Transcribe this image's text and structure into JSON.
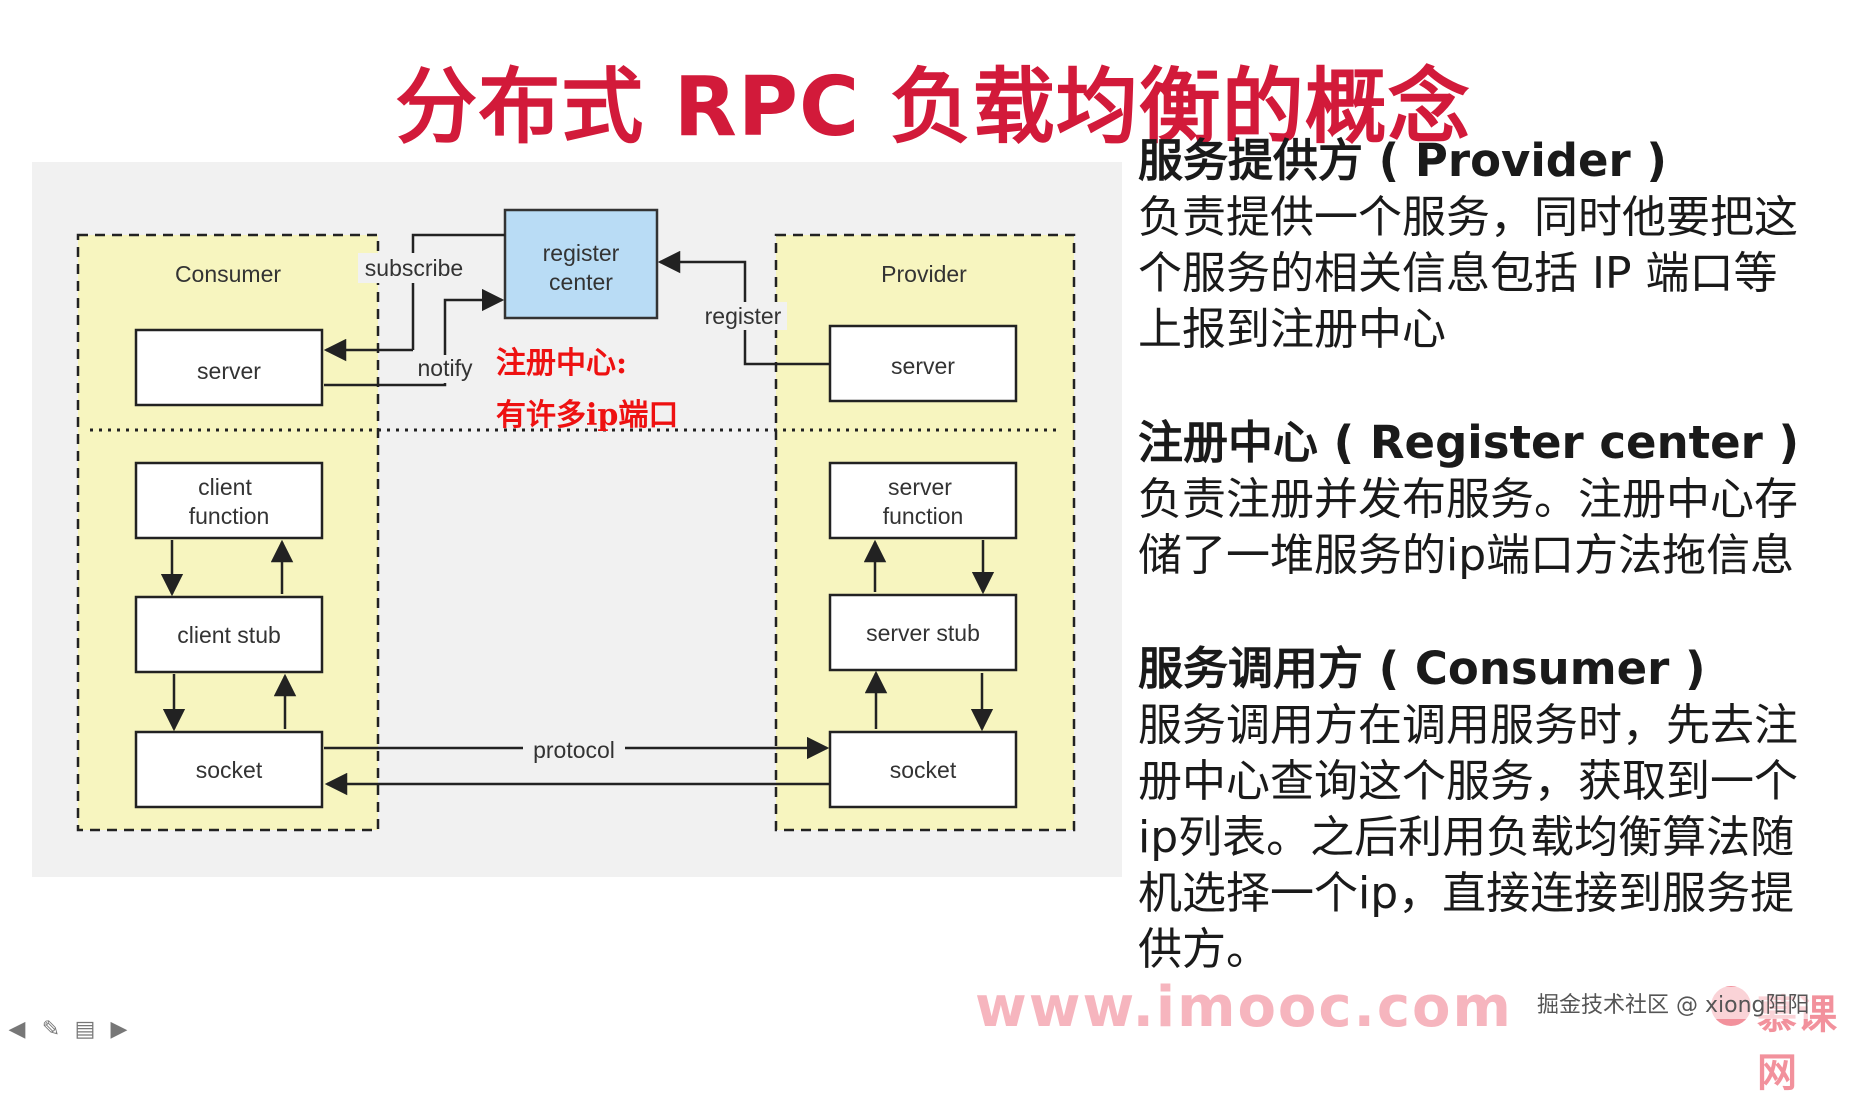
{
  "slide": {
    "title": "分布式 RPC 负载均衡的概念"
  },
  "diagram": {
    "consumer_label": "Consumer",
    "provider_label": "Provider",
    "register_center_line1": "register",
    "register_center_line2": "center",
    "subscribe_label": "subscribe",
    "notify_label": "notify",
    "register_label": "register",
    "protocol_label": "protocol",
    "consumer_server": "server",
    "provider_server": "server",
    "client_function_line1": "client",
    "client_function_line2": "function",
    "server_function_line1": "server",
    "server_function_line2": "function",
    "client_stub": "client stub",
    "server_stub": "server stub",
    "consumer_socket": "socket",
    "provider_socket": "socket",
    "annotation_line1": "注册中心:",
    "annotation_line2": "有许多ip端口",
    "colors": {
      "dashed_box_fill": "#f7f5bf",
      "register_center_fill": "#b9dcf5",
      "annotation_red": "#ee1111"
    }
  },
  "sections": [
    {
      "heading": "服务提供方 ( Provider )",
      "body": "负责提供一个服务，同时他要把这个服务的相关信息包括 IP 端口等上报到注册中心"
    },
    {
      "heading": "注册中心 ( Register center )",
      "body": "负责注册并发布服务。注册中心存储了一堆服务的ip端口方法拖信息"
    },
    {
      "heading": "服务调用方 ( Consumer )",
      "body": "服务调用方在调用服务时，先去注册中心查询这个服务，获取到一个ip列表。之后利用负载均衡算法随机选择一个ip，直接连接到服务提供方。"
    }
  ],
  "watermarks": {
    "url": "www.imooc.com",
    "credit": "掘金技术社区 @ xiong阳阳",
    "logo_text": "慕课网"
  },
  "toolbar": {
    "icons": [
      "arrow-left-icon",
      "pen-icon",
      "menu-icon",
      "arrow-right-icon"
    ]
  }
}
